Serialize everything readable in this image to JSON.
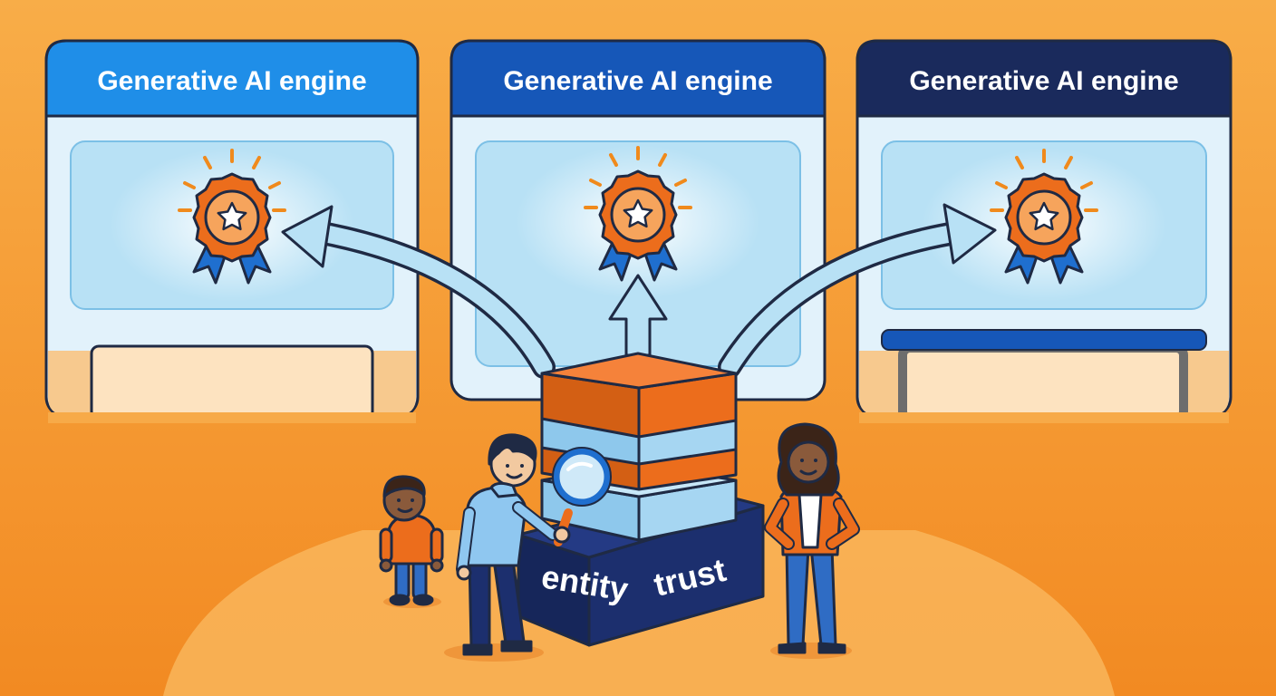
{
  "engines": [
    {
      "title": "Generative AI engine",
      "header_color": "#1f8ee8"
    },
    {
      "title": "Generative AI engine",
      "header_color": "#1657b8"
    },
    {
      "title": "Generative AI engine",
      "header_color": "#1a2a5c"
    }
  ],
  "block": {
    "word_left": "entity",
    "word_right": "trust"
  },
  "colors": {
    "background": "#f6a43c",
    "orange": "#ec6d1c",
    "navy": "#1c2f6e",
    "light_blue": "#a6d6f2",
    "outline": "#1f2a44"
  },
  "icons": [
    "award-ribbon-icon",
    "magnifying-glass-icon",
    "arrow-icon"
  ]
}
